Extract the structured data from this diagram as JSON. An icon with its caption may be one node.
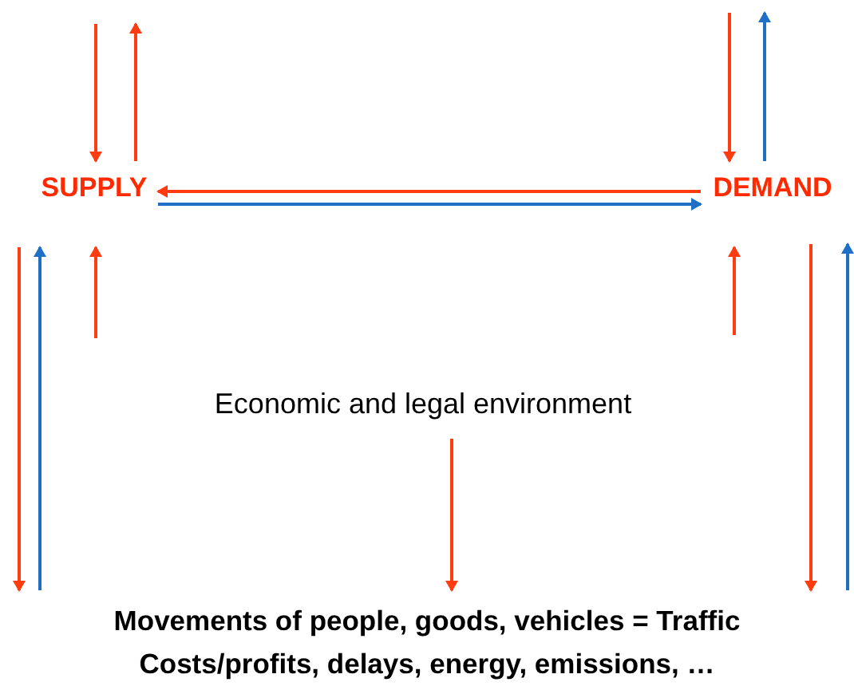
{
  "diagram": {
    "nodes": [
      {
        "text": [
          "SUPPLY"
        ]
      },
      {
        "text": [
          "DEMAND"
        ]
      },
      {
        "text": [
          "Economic and legal environment"
        ]
      },
      {
        "text": [
          "Movements of people, goods, vehicles = Traffic",
          "Costs/profits, delays, energy, emissions, …"
        ]
      }
    ],
    "edges": [
      {
        "from": null,
        "to": 0,
        "arrow": "to"
      },
      {
        "from": 0,
        "to": null,
        "arrow": "to"
      },
      {
        "from": null,
        "to": 1,
        "arrow": "to"
      },
      {
        "from": 1,
        "to": null,
        "arrow": "to",
        "color": "#1f6fc6"
      },
      {
        "from": 1,
        "to": 0,
        "arrow": "to"
      },
      {
        "from": 0,
        "to": 1,
        "arrow": "to",
        "color": "#1f6fc6"
      },
      {
        "from": null,
        "to": 0,
        "arrow": "to"
      },
      {
        "from": null,
        "to": 1,
        "arrow": "to"
      },
      {
        "from": 0,
        "to": 3,
        "arrow": "to"
      },
      {
        "from": 3,
        "to": 0,
        "arrow": "to",
        "color": "#1f6fc6"
      },
      {
        "from": 2,
        "to": 3,
        "arrow": "to"
      },
      {
        "from": 1,
        "to": 3,
        "arrow": "to"
      },
      {
        "from": 3,
        "to": 1,
        "arrow": "to",
        "color": "#1f6fc6"
      }
    ]
  }
}
